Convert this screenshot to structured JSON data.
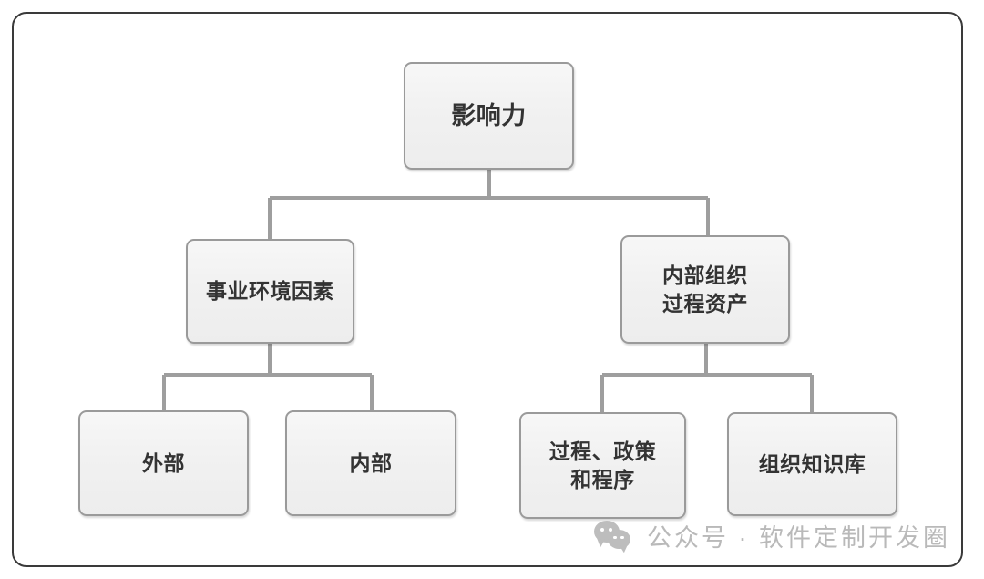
{
  "diagram": {
    "type": "tree",
    "orientation": "top-down",
    "nodes": {
      "root": {
        "label": "影响力",
        "lines": [
          "影响力"
        ]
      },
      "eef": {
        "label": "事业环境因素",
        "lines": [
          "事业环境因素"
        ]
      },
      "opa": {
        "label": "内部组织过程资产",
        "lines": [
          "内部组织",
          "过程资产"
        ]
      },
      "external": {
        "label": "外部",
        "lines": [
          "外部"
        ]
      },
      "internal": {
        "label": "内部",
        "lines": [
          "内部"
        ]
      },
      "ppp": {
        "label": "过程、政策和程序",
        "lines": [
          "过程、政策",
          "和程序"
        ]
      },
      "kb": {
        "label": "组织知识库",
        "lines": [
          "组织知识库"
        ]
      }
    },
    "edges": [
      {
        "from": "root",
        "to": "eef"
      },
      {
        "from": "root",
        "to": "opa"
      },
      {
        "from": "eef",
        "to": "external"
      },
      {
        "from": "eef",
        "to": "internal"
      },
      {
        "from": "opa",
        "to": "ppp"
      },
      {
        "from": "opa",
        "to": "kb"
      }
    ],
    "colors": {
      "node_fill": "#f1f1f1",
      "node_border": "#9a9a9a",
      "connector": "#9e9e9e",
      "frame_border": "#3a3a3a",
      "text": "#333333",
      "watermark": "#b9b9b9",
      "background": "#ffffff"
    }
  },
  "watermark": {
    "icon": "wechat-icon",
    "text": "公众号 · 软件定制开发圈"
  }
}
